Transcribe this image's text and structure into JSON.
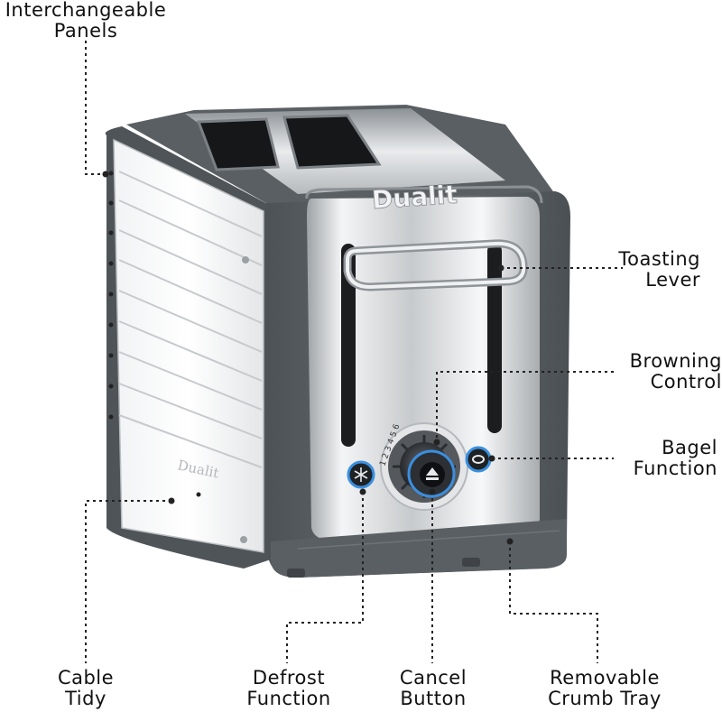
{
  "callouts": {
    "interchangeable_panels": [
      "Interchangeable",
      "Panels"
    ],
    "toasting_lever": [
      "Toasting",
      "Lever"
    ],
    "browning_control": [
      "Browning",
      "Control"
    ],
    "bagel_function": [
      "Bagel",
      "Function"
    ],
    "cable_tidy": [
      "Cable",
      "Tidy"
    ],
    "defrost_function": [
      "Defrost",
      "Function"
    ],
    "cancel_button": [
      "Cancel",
      "Button"
    ],
    "removable_crumb_tray": [
      "Removable",
      "Crumb Tray"
    ]
  },
  "product": {
    "brand_top": "Dualit",
    "brand_side": "Dualit",
    "dial_marks": "1 2 3 4 5 6"
  },
  "colors": {
    "body_grey": "#5f6468",
    "chrome": "#d9dcdf",
    "accent_blue": "#3a8fe0",
    "leader": "#222222"
  },
  "icons": {
    "defrost": "snowflake-icon",
    "cancel": "eject-icon",
    "bagel": "bagel-icon"
  }
}
